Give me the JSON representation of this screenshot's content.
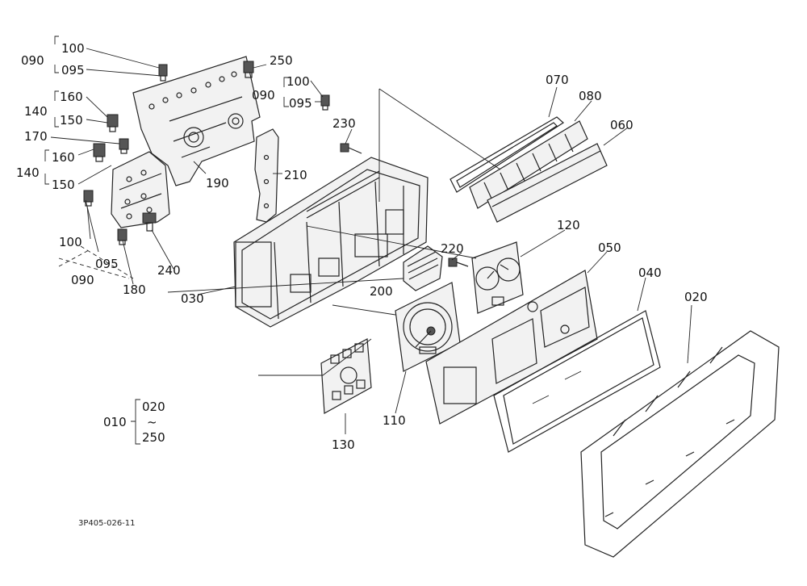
{
  "labels": {
    "p090_top": "090",
    "p100_top": "100",
    "p095_top": "095",
    "p250": "250",
    "p100_mid": "100",
    "p090_mid": "090",
    "p095_mid": "095",
    "p070": "070",
    "p080": "080",
    "p060": "060",
    "p140_top": "140",
    "p160_top": "160",
    "p150_top": "150",
    "p170": "170",
    "p230": "230",
    "p160_mid": "160",
    "p140_mid": "140",
    "p150_mid": "150",
    "p190": "190",
    "p210": "210",
    "p120": "120",
    "p050": "050",
    "p040": "040",
    "p020": "020",
    "p100_bot": "100",
    "p220": "220",
    "p095_bot": "095",
    "p240": "240",
    "p090_bot": "090",
    "p180": "180",
    "p200": "200",
    "p030": "030",
    "p110": "110",
    "p130": "130",
    "p010": "010",
    "p020_range": "020",
    "range_tilde": "~",
    "p250_range": "250"
  },
  "drawing_code": "3P405-026-11"
}
